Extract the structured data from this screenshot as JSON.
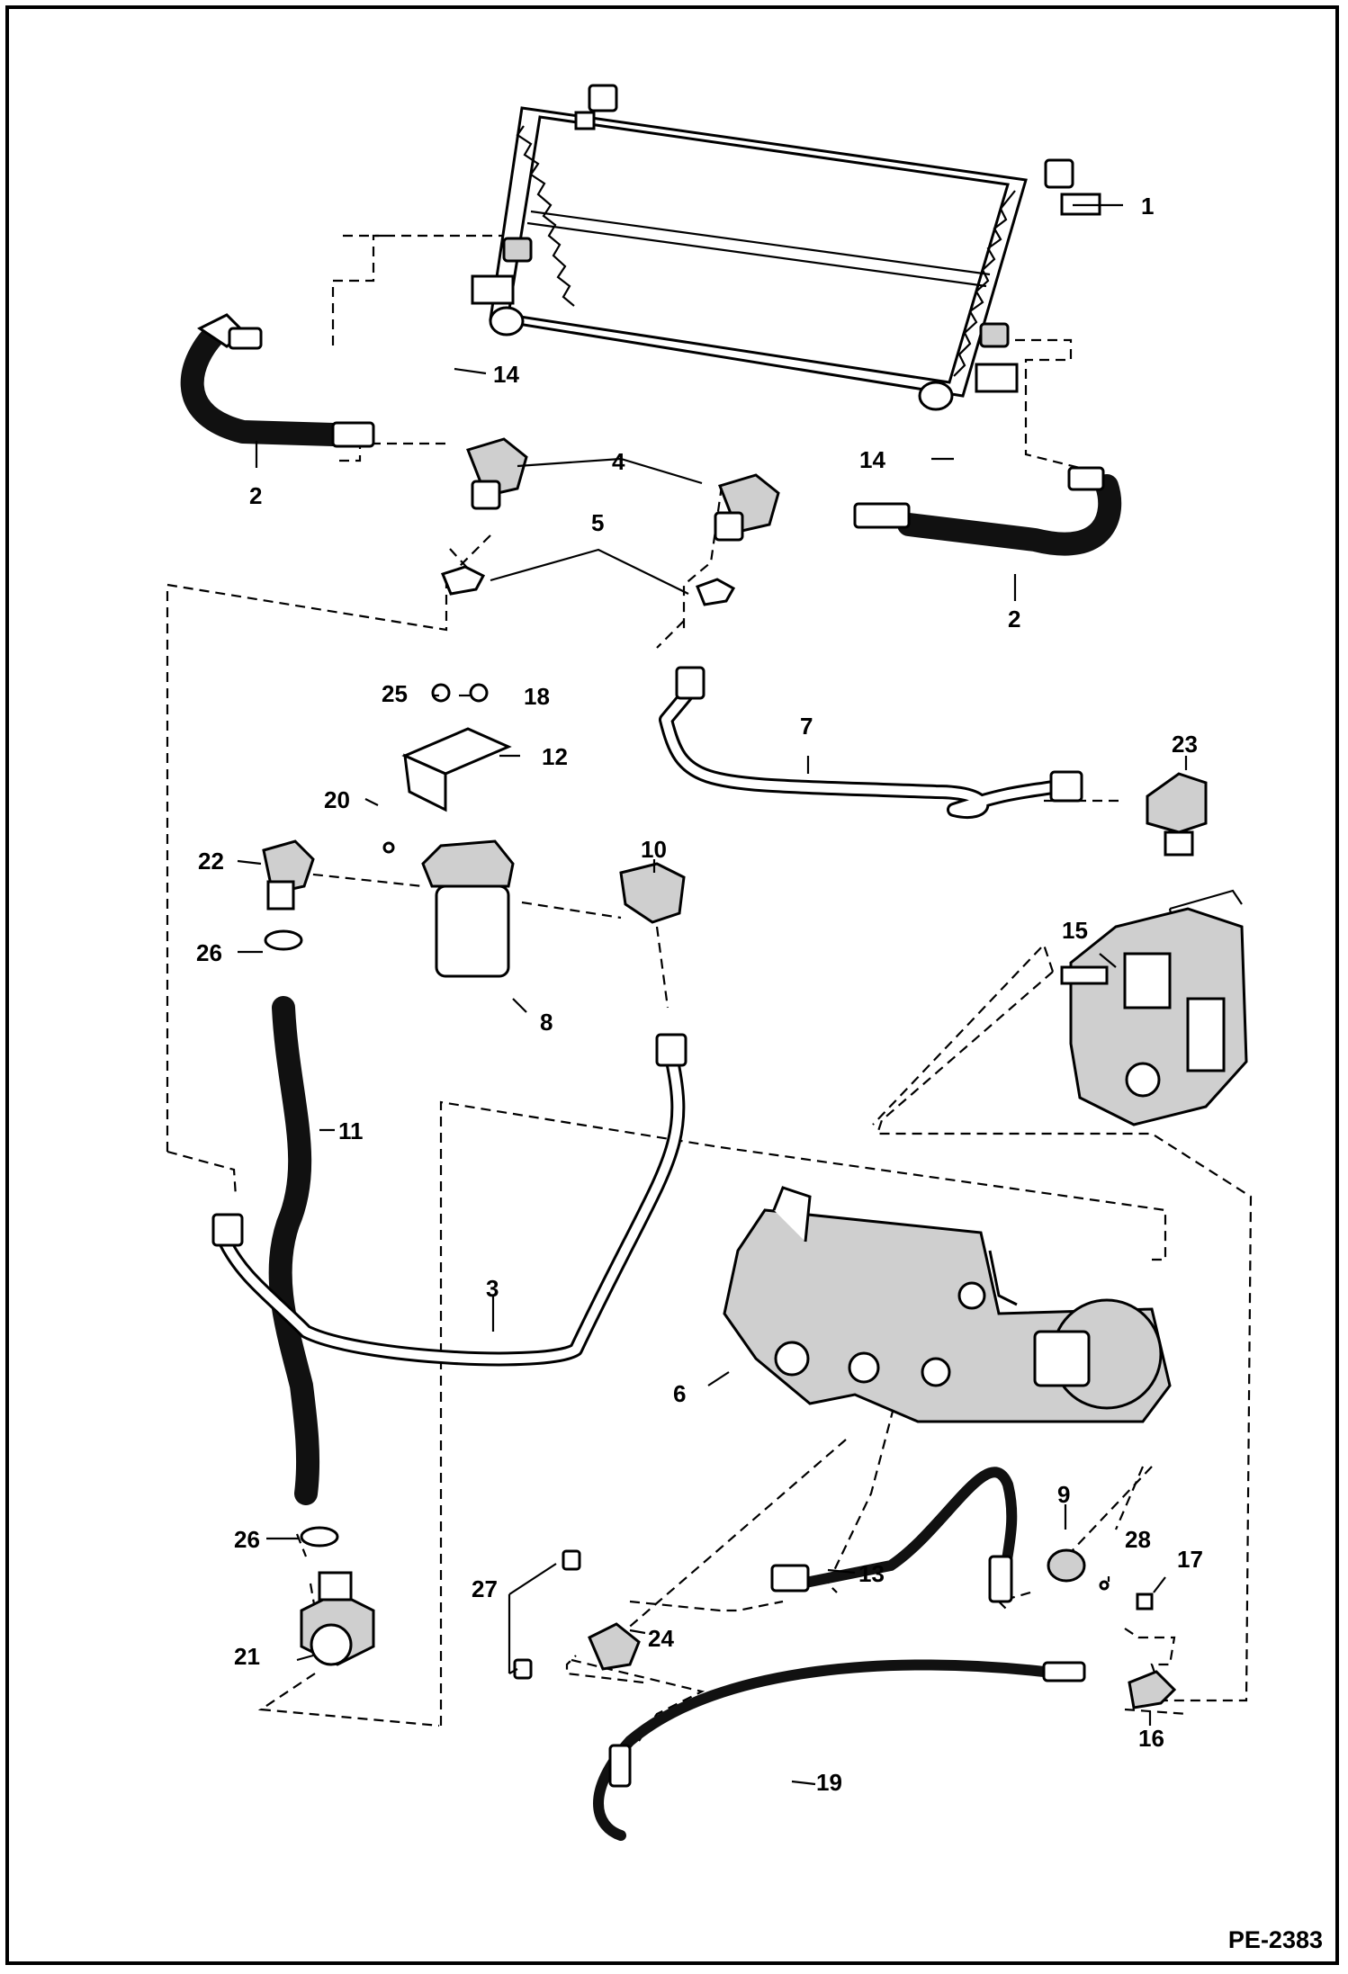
{
  "diagram": {
    "figure_code": "PE-2383",
    "callouts": [
      {
        "id": "1",
        "text": "1"
      },
      {
        "id": "2a",
        "text": "2"
      },
      {
        "id": "2b",
        "text": "2"
      },
      {
        "id": "3",
        "text": "3"
      },
      {
        "id": "4",
        "text": "4"
      },
      {
        "id": "5",
        "text": "5"
      },
      {
        "id": "6",
        "text": "6"
      },
      {
        "id": "7",
        "text": "7"
      },
      {
        "id": "8",
        "text": "8"
      },
      {
        "id": "9",
        "text": "9"
      },
      {
        "id": "10",
        "text": "10"
      },
      {
        "id": "11",
        "text": "11"
      },
      {
        "id": "12",
        "text": "12"
      },
      {
        "id": "13",
        "text": "13"
      },
      {
        "id": "14a",
        "text": "14"
      },
      {
        "id": "14b",
        "text": "14"
      },
      {
        "id": "15",
        "text": "15"
      },
      {
        "id": "16",
        "text": "16"
      },
      {
        "id": "17",
        "text": "17"
      },
      {
        "id": "18",
        "text": "18"
      },
      {
        "id": "19",
        "text": "19"
      },
      {
        "id": "20",
        "text": "20"
      },
      {
        "id": "21",
        "text": "21"
      },
      {
        "id": "22",
        "text": "22"
      },
      {
        "id": "23",
        "text": "23"
      },
      {
        "id": "24",
        "text": "24"
      },
      {
        "id": "25",
        "text": "25"
      },
      {
        "id": "26a",
        "text": "26"
      },
      {
        "id": "26b",
        "text": "26"
      },
      {
        "id": "27",
        "text": "27"
      },
      {
        "id": "28",
        "text": "28"
      }
    ]
  }
}
